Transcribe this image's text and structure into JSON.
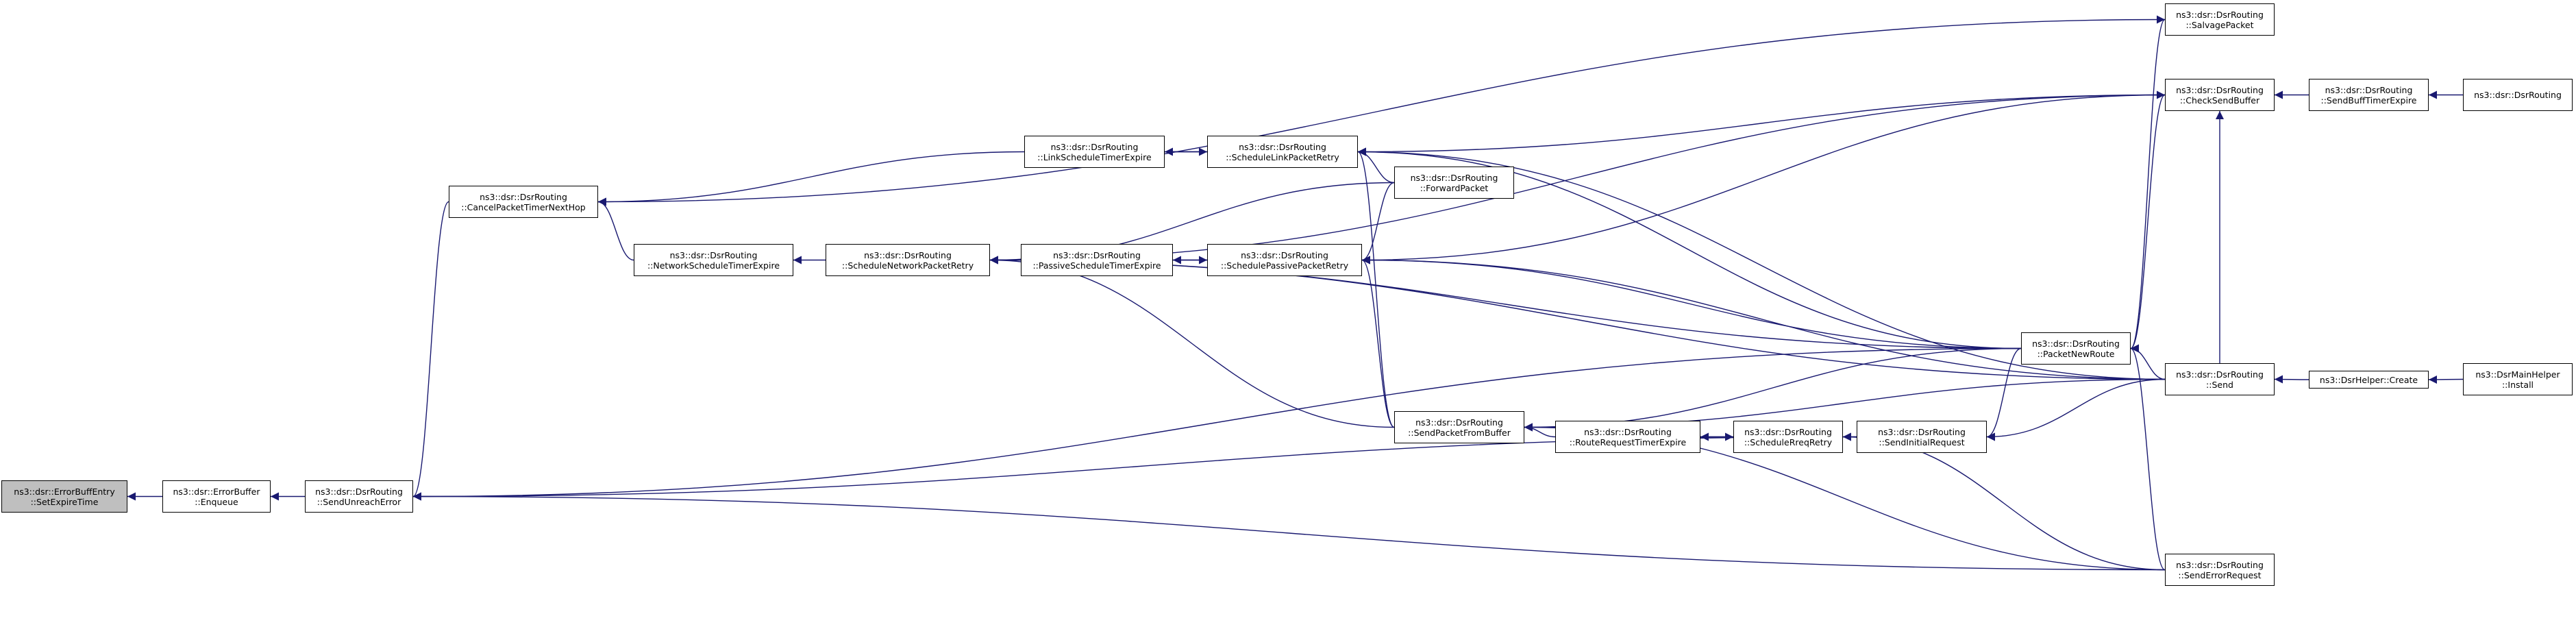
{
  "graph": {
    "edge_color": "#191970",
    "root_fill": "#bfbfbf",
    "nodes": [
      {
        "id": "n0",
        "line1": "ns3::dsr::ErrorBuffEntry",
        "line2": "::SetExpireTime",
        "root": true
      },
      {
        "id": "n1",
        "line1": "ns3::dsr::ErrorBuffer",
        "line2": "::Enqueue"
      },
      {
        "id": "n2",
        "line1": "ns3::dsr::DsrRouting",
        "line2": "::SendUnreachError"
      },
      {
        "id": "n3",
        "line1": "ns3::dsr::DsrRouting",
        "line2": "::CancelPacketTimerNextHop"
      },
      {
        "id": "n4",
        "line1": "ns3::dsr::DsrRouting",
        "line2": "::NetworkScheduleTimerExpire"
      },
      {
        "id": "n5",
        "line1": "ns3::dsr::DsrRouting",
        "line2": "::ScheduleNetworkPacketRetry"
      },
      {
        "id": "n6",
        "line1": "ns3::dsr::DsrRouting",
        "line2": "::LinkScheduleTimerExpire"
      },
      {
        "id": "n7",
        "line1": "ns3::dsr::DsrRouting",
        "line2": "::ScheduleLinkPacketRetry"
      },
      {
        "id": "n8",
        "line1": "ns3::dsr::DsrRouting",
        "line2": "::PassiveScheduleTimerExpire"
      },
      {
        "id": "n9",
        "line1": "ns3::dsr::DsrRouting",
        "line2": "::SchedulePassivePacketRetry"
      },
      {
        "id": "n10",
        "line1": "ns3::dsr::DsrRouting",
        "line2": "::ForwardPacket"
      },
      {
        "id": "n11",
        "line1": "ns3::dsr::DsrRouting",
        "line2": "::SendPacketFromBuffer"
      },
      {
        "id": "n12",
        "line1": "ns3::dsr::DsrRouting",
        "line2": "::RouteRequestTimerExpire"
      },
      {
        "id": "n13",
        "line1": "ns3::dsr::DsrRouting",
        "line2": "::ScheduleRreqRetry"
      },
      {
        "id": "n14",
        "line1": "ns3::dsr::DsrRouting",
        "line2": "::SendInitialRequest"
      },
      {
        "id": "n15",
        "line1": "ns3::dsr::DsrRouting",
        "line2": "::PacketNewRoute"
      },
      {
        "id": "n16",
        "line1": "ns3::dsr::DsrRouting",
        "line2": "::SalvagePacket"
      },
      {
        "id": "n17",
        "line1": "ns3::dsr::DsrRouting",
        "line2": "::CheckSendBuffer"
      },
      {
        "id": "n18",
        "line1": "ns3::dsr::DsrRouting",
        "line2": "::Send"
      },
      {
        "id": "n19",
        "line1": "ns3::dsr::DsrRouting",
        "line2": "::SendErrorRequest"
      },
      {
        "id": "n20",
        "line1": "ns3::dsr::DsrRouting",
        "line2": "::SendBuffTimerExpire"
      },
      {
        "id": "n21",
        "line1": "ns3::dsr::DsrRouting",
        "line2": ""
      },
      {
        "id": "n22",
        "line1": "ns3::DsrHelper::Create",
        "line2": ""
      },
      {
        "id": "n23",
        "line1": "ns3::DsrMainHelper",
        "line2": "::Install"
      }
    ],
    "edges": [
      [
        "n1",
        "n0"
      ],
      [
        "n2",
        "n1"
      ],
      [
        "n3",
        "n2"
      ],
      [
        "n15",
        "n2"
      ],
      [
        "n14",
        "n2"
      ],
      [
        "n19",
        "n2"
      ],
      [
        "n4",
        "n3"
      ],
      [
        "n6",
        "n3"
      ],
      [
        "n16",
        "n3"
      ],
      [
        "n5",
        "n4"
      ],
      [
        "n8",
        "n5"
      ],
      [
        "n10",
        "n5"
      ],
      [
        "n17",
        "n5"
      ],
      [
        "n15",
        "n5"
      ],
      [
        "n11",
        "n5"
      ],
      [
        "n18",
        "n5"
      ],
      [
        "n7",
        "n6"
      ],
      [
        "n6",
        "n7"
      ],
      [
        "n10",
        "n7"
      ],
      [
        "n17",
        "n7"
      ],
      [
        "n15",
        "n7"
      ],
      [
        "n18",
        "n7"
      ],
      [
        "n11",
        "n7"
      ],
      [
        "n9",
        "n8"
      ],
      [
        "n8",
        "n9"
      ],
      [
        "n10",
        "n9"
      ],
      [
        "n17",
        "n9"
      ],
      [
        "n15",
        "n9"
      ],
      [
        "n18",
        "n9"
      ],
      [
        "n11",
        "n9"
      ],
      [
        "n12",
        "n11"
      ],
      [
        "n15",
        "n11"
      ],
      [
        "n18",
        "n11"
      ],
      [
        "n19",
        "n11"
      ],
      [
        "n13",
        "n12"
      ],
      [
        "n12",
        "n13"
      ],
      [
        "n14",
        "n13"
      ],
      [
        "n19",
        "n13"
      ],
      [
        "n15",
        "n14"
      ],
      [
        "n18",
        "n14"
      ],
      [
        "n18",
        "n15"
      ],
      [
        "n19",
        "n15"
      ],
      [
        "n15",
        "n16"
      ],
      [
        "n15",
        "n17"
      ],
      [
        "n18",
        "n17"
      ],
      [
        "n20",
        "n17"
      ],
      [
        "n21",
        "n20"
      ],
      [
        "n22",
        "n18"
      ],
      [
        "n23",
        "n22"
      ]
    ]
  }
}
